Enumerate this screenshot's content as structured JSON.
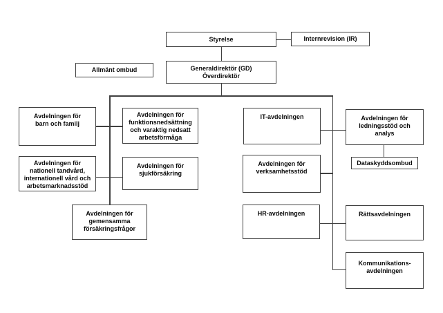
{
  "diagram": {
    "type": "org-chart",
    "colors": {
      "background": "#ffffff",
      "box_fill": "#ffffff",
      "box_border": "#404040",
      "connector": "#404040",
      "text": "#0a0a0a"
    },
    "nodes": {
      "styrelse": "Styrelse",
      "internrevision": "Internrevision (IR)",
      "gd": "Generaldirektör (GD)\nÖverdirektör",
      "allmant_ombud": "Allmänt ombud",
      "barn_familj": "Avdelningen för\nbarn och familj",
      "funktionsnedsattning": "Avdelningen för\nfunktionsnedsättning\noch varaktig nedsatt\narbetsförmåga",
      "tandvard": "Avdelningen för\nnationell tandvård,\ninternationell vård och\narbetsmarknadsstöd",
      "sjukforsakring": "Avdelningen för\nsjukförsäkring",
      "gemensamma": "Avdelningen för\ngemensamma\nförsäkringsfrågor",
      "it": "IT-avdelningen",
      "ledningsstod": "Avdelningen för\nledningsstöd och\nanalys",
      "dataskyddsombud": "Dataskyddsombud",
      "verksamhetsstod": "Avdelningen för\nverksamhetsstöd",
      "hr": "HR-avdelningen",
      "rattsavdelningen": "Rättsavdelningen",
      "kommunikation": "Kommunikations-\navdelningen"
    },
    "edges": [
      {
        "from": "styrelse",
        "to": "internrevision"
      },
      {
        "from": "styrelse",
        "to": "gd"
      },
      {
        "from": "gd",
        "to": "barn_familj"
      },
      {
        "from": "gd",
        "to": "funktionsnedsattning"
      },
      {
        "from": "gd",
        "to": "tandvard"
      },
      {
        "from": "gd",
        "to": "sjukforsakring"
      },
      {
        "from": "gd",
        "to": "gemensamma"
      },
      {
        "from": "gd",
        "to": "it"
      },
      {
        "from": "gd",
        "to": "ledningsstod"
      },
      {
        "from": "gd",
        "to": "verksamhetsstod"
      },
      {
        "from": "gd",
        "to": "hr"
      },
      {
        "from": "gd",
        "to": "rattsavdelningen"
      },
      {
        "from": "gd",
        "to": "kommunikation"
      },
      {
        "from": "ledningsstod",
        "to": "dataskyddsombud"
      }
    ]
  }
}
